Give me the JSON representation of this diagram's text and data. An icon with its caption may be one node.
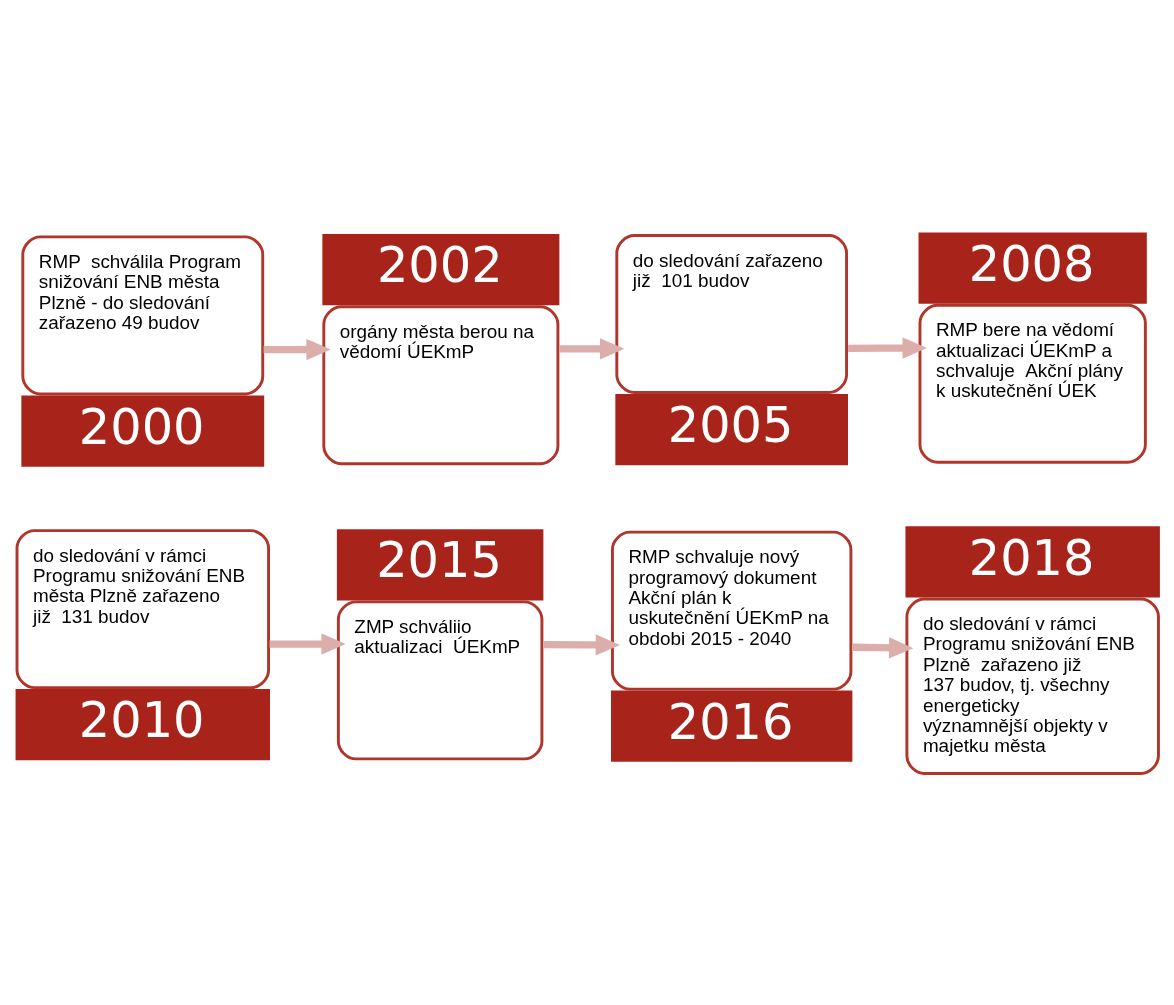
{
  "diagram": {
    "nodes": [
      {
        "text": [
          "RMP  schválila Program snižování ENB města Plzně - do sledování zařazeno 49 budov",
          "2000"
        ]
      },
      {
        "text": [
          "2002",
          "orgány města berou na vědomí ÚEKmP"
        ]
      },
      {
        "text": [
          "do sledování zařazeno již  101 budov",
          "2005"
        ]
      },
      {
        "text": [
          "2008",
          "RMP bere na vědomí aktualizaci ÚEKmP a schvaluje  Akční plány k uskutečnění ÚEK"
        ]
      },
      {
        "text": [
          "do sledování v rámci Programu snižování ENB města Plzně zařazeno již  131 budov",
          "2010"
        ]
      },
      {
        "text": [
          "2015",
          "ZMP schváliio aktualizaci  ÚEKmP"
        ]
      },
      {
        "text": [
          "RMP schvaluje nový programový dokument Akční plán k uskutečnění ÚEKmP na obdobi 2015 - 2040",
          "2016"
        ]
      },
      {
        "text": [
          "2018",
          "do sledování v rámci Programu snižování ENB Plzně  zařazeno již 137 budov, tj. všechny energeticky významnější objekty v majetku města"
        ]
      }
    ],
    "edges": [
      {
        "from": 0,
        "to": 1,
        "arrow": "to",
        "color": "#dcaeab"
      },
      {
        "from": 1,
        "to": 2,
        "arrow": "to",
        "color": "#dcaeab"
      },
      {
        "from": 2,
        "to": 3,
        "arrow": "to",
        "color": "#dcaeab"
      },
      {
        "from": 4,
        "to": 5,
        "arrow": "to",
        "color": "#dcaeab"
      },
      {
        "from": 5,
        "to": 6,
        "arrow": "to",
        "color": "#dcaeab"
      },
      {
        "from": 6,
        "to": 7,
        "arrow": "to",
        "color": "#dcaeab"
      }
    ]
  }
}
